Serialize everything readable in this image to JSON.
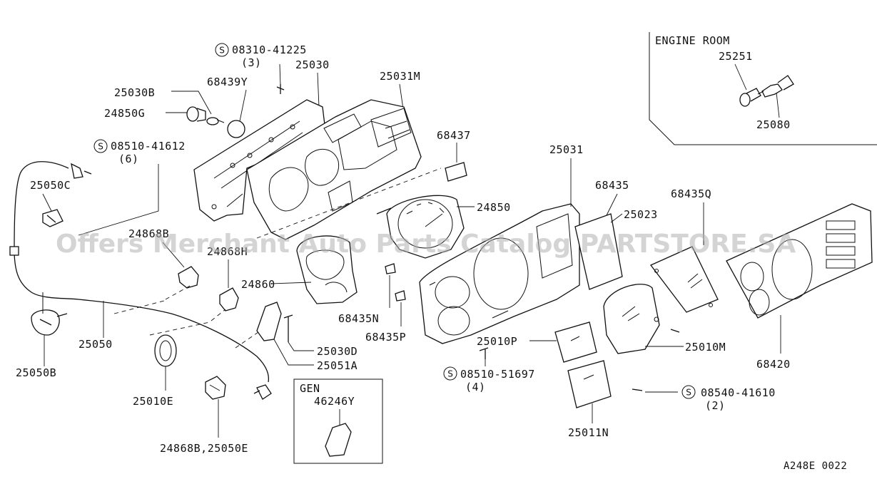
{
  "watermark": "Offers Merchant Auto Parts Catalog PARTSTORE.SA",
  "figure_code": "A248E 0022",
  "insets": {
    "engine_room": "ENGINE ROOM",
    "gen": "GEN"
  },
  "screw_symbol": "S",
  "labels": {
    "p08310": "08310-41225",
    "p08310_qty": "(3)",
    "p25030": "25030",
    "p25031M": "25031M",
    "p25030B": "25030B",
    "p68439Y": "68439Y",
    "p24850G": "24850G",
    "p08510_41612": "08510-41612",
    "p08510_41612_qty": "(6)",
    "p68437": "68437",
    "p25031": "25031",
    "p68435": "68435",
    "p68435Q": "68435Q",
    "p25050C": "25050C",
    "p24850": "24850",
    "p25023": "25023",
    "p24868B_top": "24868B",
    "p24868H": "24868H",
    "p24860": "24860",
    "p68435N": "68435N",
    "p68435P": "68435P",
    "p25010P": "25010P",
    "p25010M": "25010M",
    "p25050": "25050",
    "p25030D": "25030D",
    "p25051A": "25051A",
    "p08510_51697": "08510-51697",
    "p08510_51697_qty": "(4)",
    "p08540": "08540-41610",
    "p08540_qty": "(2)",
    "p68420": "68420",
    "p25050B": "25050B",
    "p25010E": "25010E",
    "p46246Y": "46246Y",
    "p25011N": "25011N",
    "p24868B_25050E": "24868B,25050E",
    "p25251": "25251",
    "p25080": "25080"
  }
}
